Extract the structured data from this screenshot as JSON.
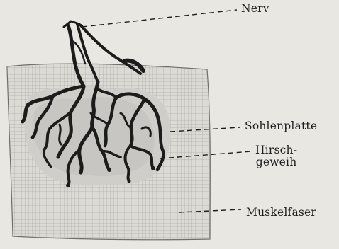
{
  "labels": {
    "nerv": "Nerv",
    "sohlenplatte": "Sohlenplatte",
    "hirschgeweih_line1": "Hirsch-",
    "hirschgeweih_line2": "geweih",
    "muskelfaser": "Muskelfaser"
  },
  "colors": {
    "paper": "#e9e7e1",
    "ink": "#1c1c1c",
    "grid": "#9a9a96",
    "plate": "#c9c8c3"
  }
}
